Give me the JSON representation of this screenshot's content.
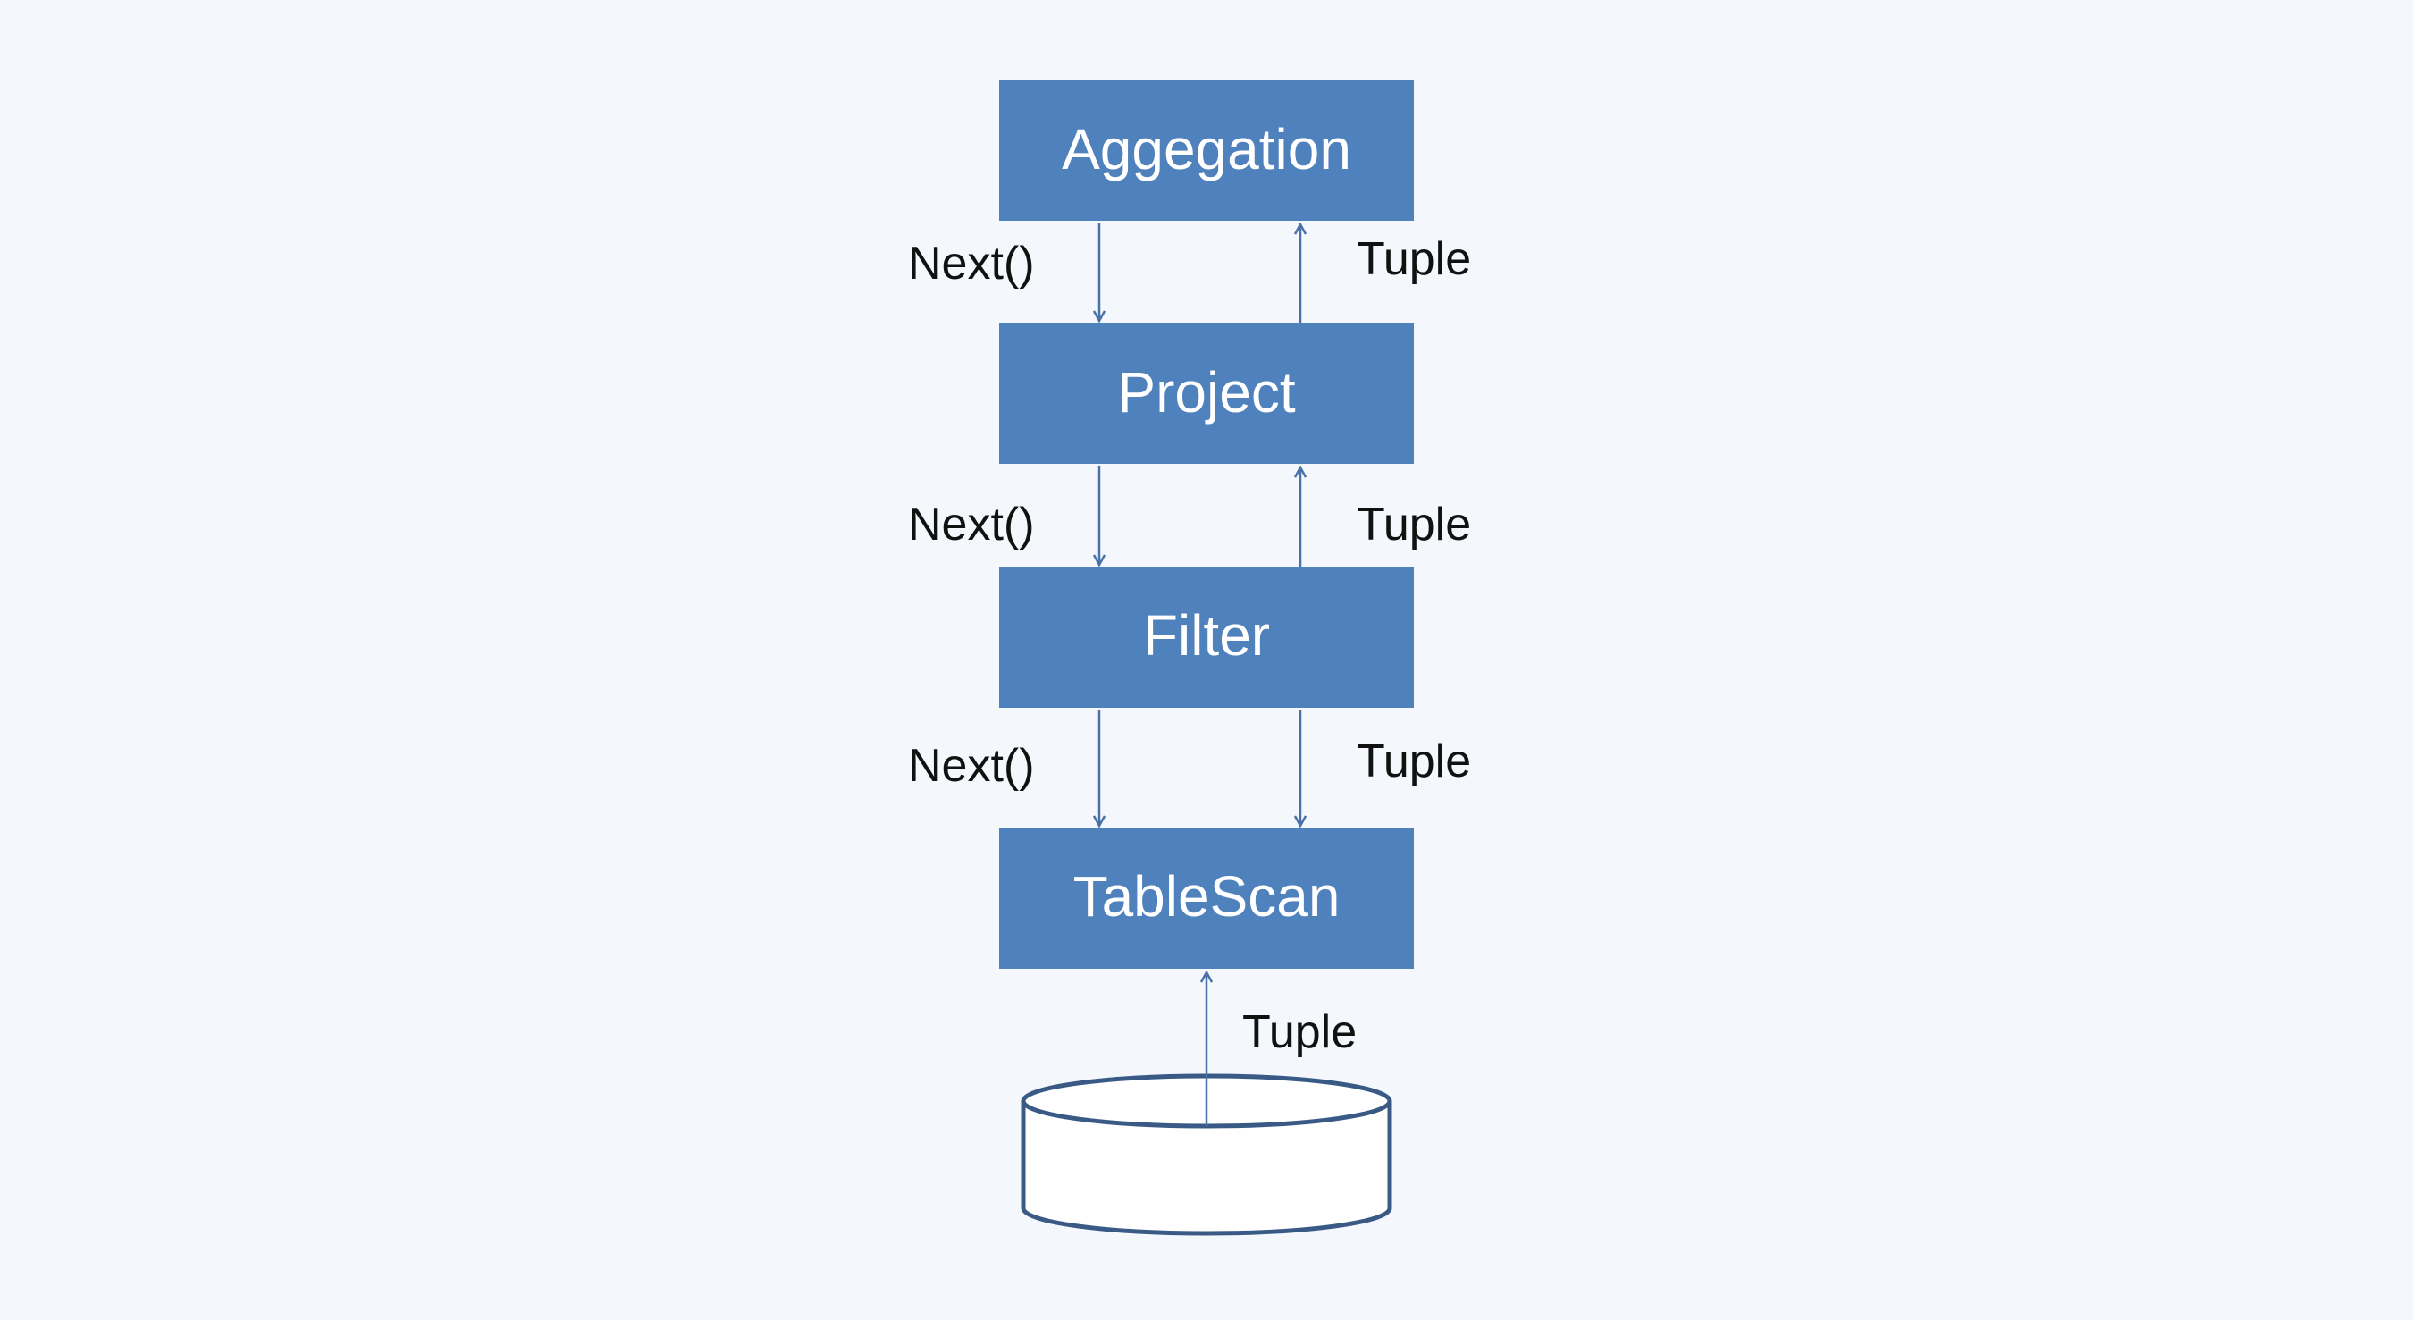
{
  "colors": {
    "background": "#f4f7fb",
    "operator_fill": "#4f81bd",
    "operator_text": "#ffffff",
    "arrow": "#4a72a8",
    "storage_stroke": "#3a5a86",
    "storage_fill": "#ffffff",
    "edge_text": "#111111"
  },
  "operators": [
    {
      "name": "aggregation",
      "label": "Aggegation"
    },
    {
      "name": "project",
      "label": "Project"
    },
    {
      "name": "filter",
      "label": "Filter"
    },
    {
      "name": "tablescan",
      "label": "TableScan"
    }
  ],
  "edges": {
    "agg_project_next": "Next()",
    "project_agg_tuple": "Tuple",
    "project_filter_next": "Next()",
    "filter_project_tuple": "Tuple",
    "filter_scan_next": "Next()",
    "filter_scan_tuple": "Tuple",
    "storage_scan_tuple": "Tuple"
  },
  "storage": {
    "icon": "database-cylinder-icon"
  }
}
